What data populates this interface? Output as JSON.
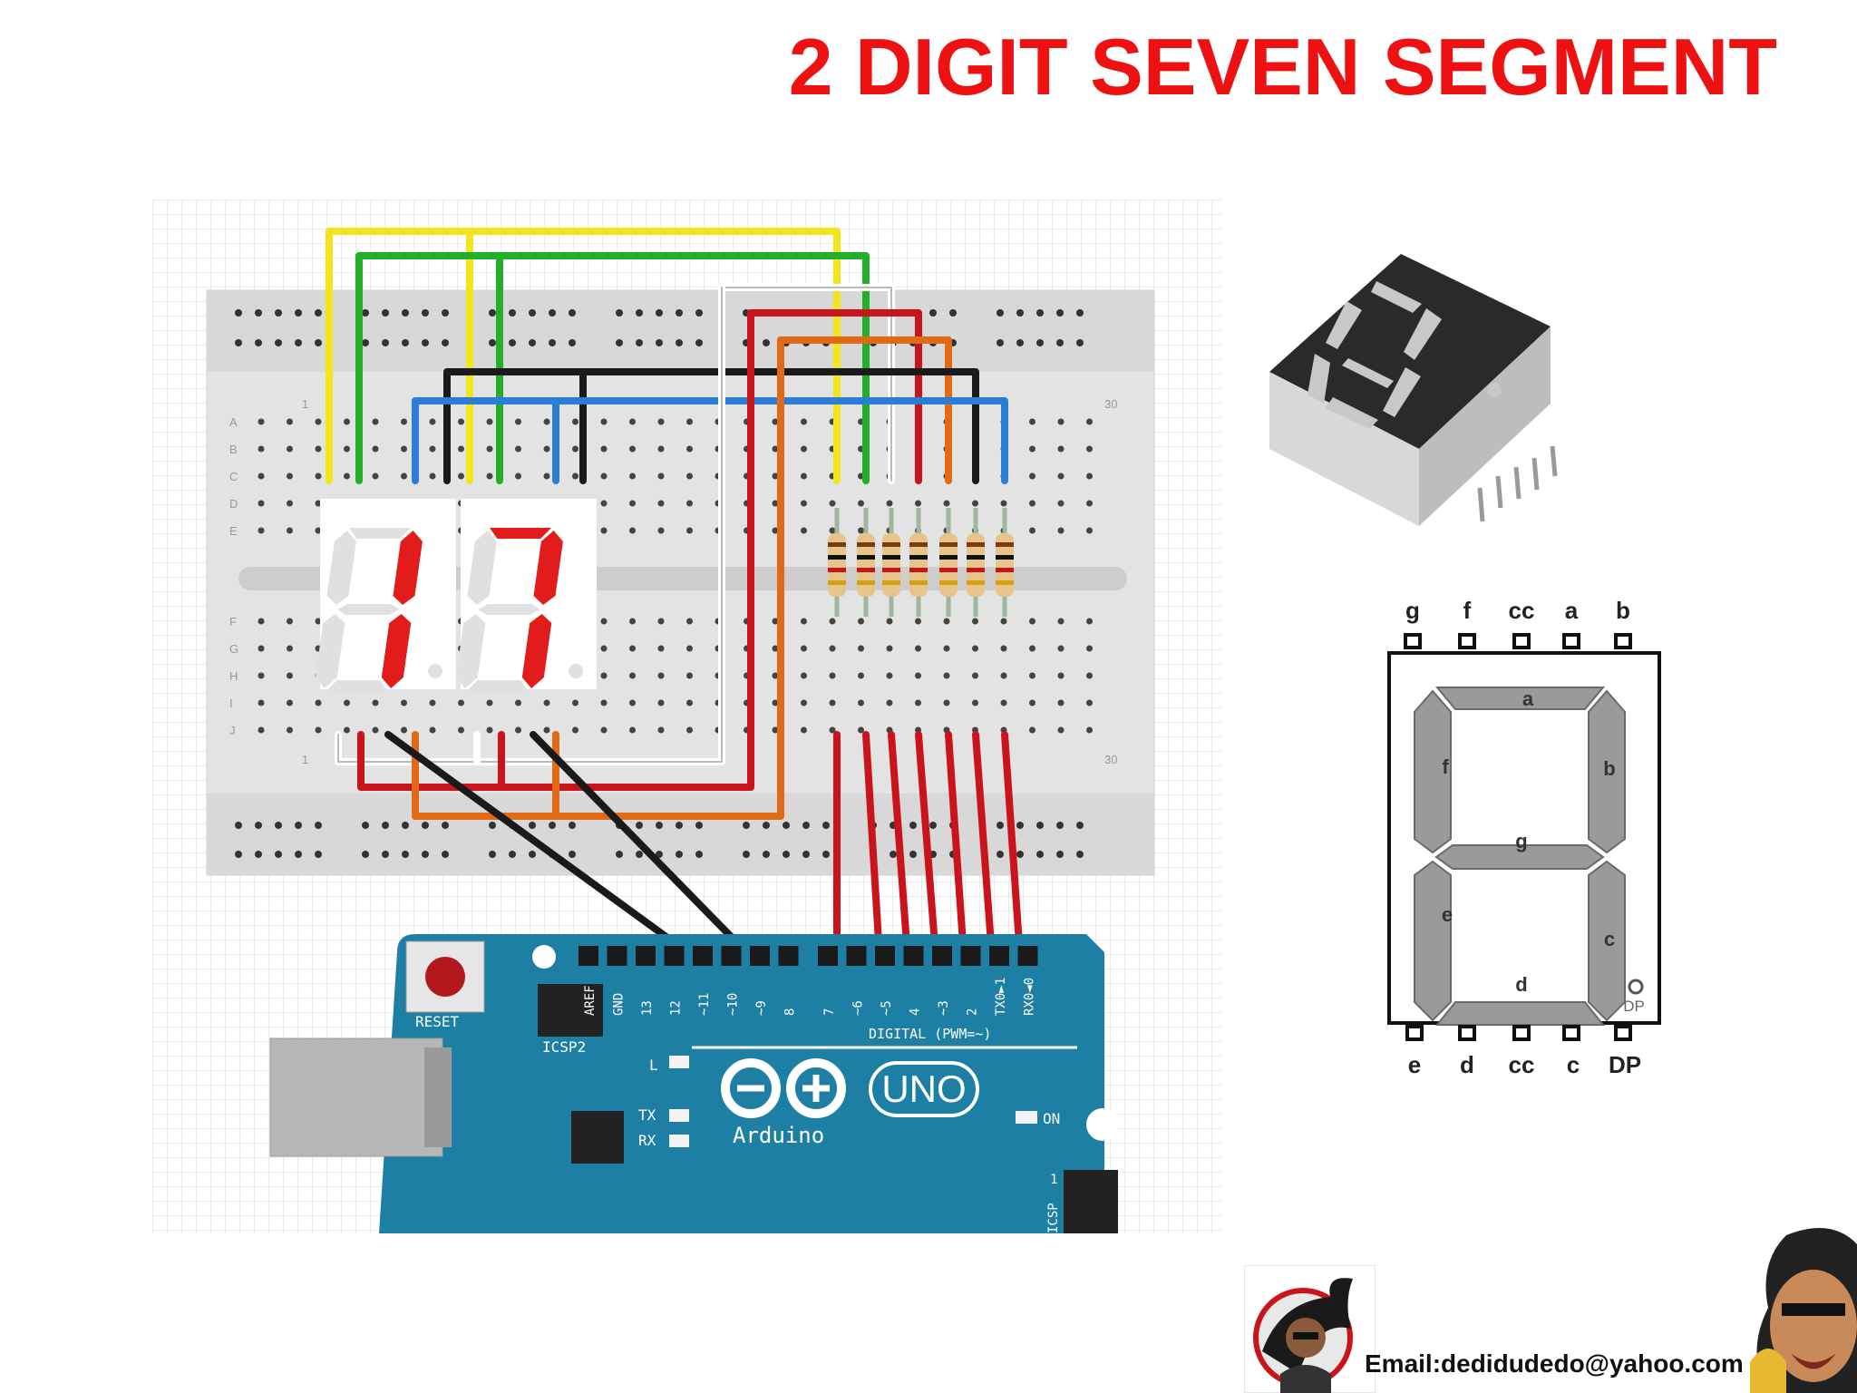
{
  "title": "2 DIGIT SEVEN SEGMENT",
  "breadboard": {
    "row_letters": [
      "A",
      "B",
      "C",
      "D",
      "E",
      "F",
      "G",
      "H",
      "I",
      "J"
    ],
    "col_start": "1",
    "col_end": "30"
  },
  "arduino": {
    "reset_label": "RESET",
    "icsp2_label": "ICSP2",
    "header_pins": [
      "AREF",
      "GND",
      "13",
      "12",
      "~11",
      "~10",
      "~9",
      "8",
      "7",
      "~6",
      "~5",
      "4",
      "~3",
      "2",
      "TX0►1",
      "RX0◄0"
    ],
    "digital_label": "DIGITAL (PWM=~)",
    "l_label": "L",
    "tx_label": "TX",
    "rx_label": "RX",
    "brand": "Arduino",
    "model": "UNO",
    "on_label": "ON",
    "icsp_label": "ICSP",
    "icsp_pin1": "1"
  },
  "pinout": {
    "top_pins": [
      "g",
      "f",
      "cc",
      "a",
      "b"
    ],
    "bottom_pins": [
      "e",
      "d",
      "cc",
      "c",
      "DP"
    ],
    "segments": [
      "a",
      "b",
      "c",
      "d",
      "e",
      "f",
      "g"
    ],
    "dp_label": "DP"
  },
  "footer": {
    "email": "Email:dedidudedo@yahoo.com"
  },
  "colors": {
    "title": "#ee1111",
    "arduino_board": "#1d7fa3",
    "breadboard": "#e3e3e3",
    "wire_yellow": "#f2e51c",
    "wire_green": "#22b02a",
    "wire_blue": "#2a7fd4",
    "wire_red": "#c8141a",
    "wire_orange": "#e06a16",
    "wire_black": "#1a1a1a",
    "wire_white": "#f4f4f4",
    "segment_on": "#e21b1b",
    "segment_off": "#e0e0e0"
  }
}
